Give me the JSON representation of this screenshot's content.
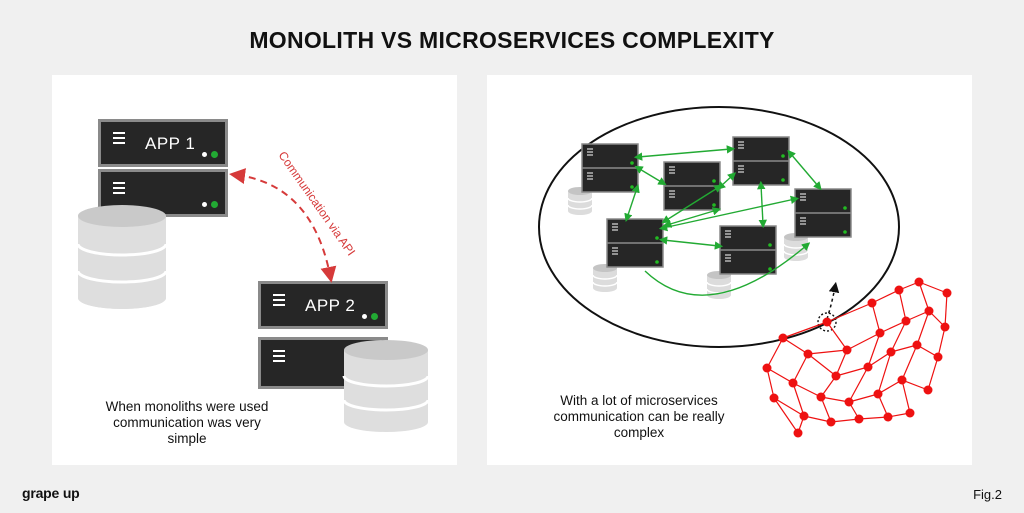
{
  "header": {
    "title": "MONOLITH VS MICROSERVICES COMPLEXITY"
  },
  "left_panel": {
    "app1_label": "APP 1",
    "app2_label": "APP 2",
    "arrow_label": "Communication via API",
    "caption_lines": [
      "When monoliths were used",
      "communication was very",
      "simple"
    ]
  },
  "right_panel": {
    "caption_lines": [
      "With a lot of microservices",
      "communication can be really",
      "complex"
    ]
  },
  "footer": {
    "brand": "grape up",
    "figure_label": "Fig.2"
  },
  "colors": {
    "api_arrow": "#d63a3a",
    "micro_arrow": "#22aa33",
    "mesh": "#ee1111",
    "server_body": "#262626",
    "server_frame": "#8a8a8a"
  },
  "icons": [
    "server-icon",
    "database-icon",
    "network-mesh-icon"
  ]
}
